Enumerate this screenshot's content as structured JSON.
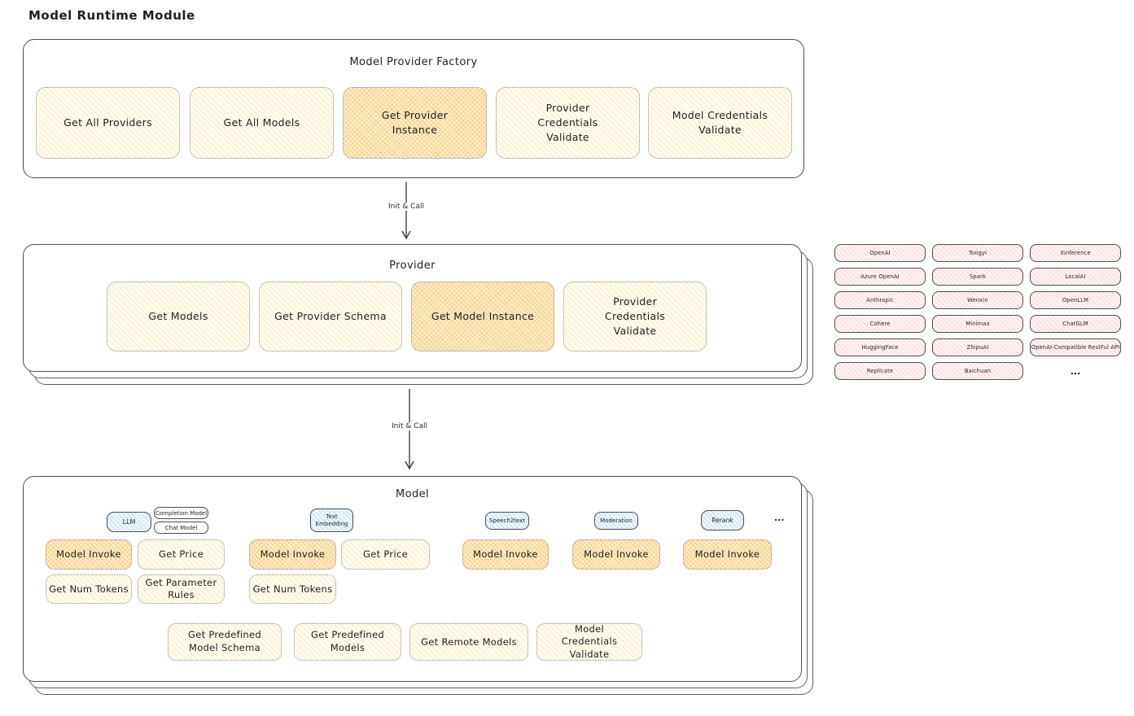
{
  "page_title": "Model Runtime Module",
  "colors": {
    "light_yellow_fill": "#fdf3d8",
    "highlight_orange_fill": "#f8c978",
    "blue_chip_fill": "#d8ecfa",
    "pink_provider_fill": "#fbe0e0",
    "stroke": "#3d4045"
  },
  "arrows": {
    "factory_to_provider": "Init & Call",
    "provider_to_model": "Init & Call"
  },
  "factory": {
    "title": "Model Provider Factory",
    "buttons": [
      {
        "label": "Get All Providers",
        "highlighted": false
      },
      {
        "label": "Get All Models",
        "highlighted": false
      },
      {
        "label": "Get Provider Instance",
        "highlighted": true
      },
      {
        "label": "Provider Credentials Validate",
        "highlighted": false
      },
      {
        "label": "Model Credentials Validate",
        "highlighted": false
      }
    ]
  },
  "provider": {
    "title": "Provider",
    "buttons": [
      {
        "label": "Get Models",
        "highlighted": false
      },
      {
        "label": "Get Provider Schema",
        "highlighted": false
      },
      {
        "label": "Get Model Instance",
        "highlighted": true
      },
      {
        "label": "Provider Credentials Validate",
        "highlighted": false
      }
    ]
  },
  "provider_list": {
    "items": [
      "OpenAI",
      "Tongyi",
      "Xinference",
      "Azure OpenAI",
      "Spark",
      "LocalAI",
      "Anthropic",
      "Wenxin",
      "OpenLLM",
      "Cohere",
      "Minimax",
      "ChatGLM",
      "HuggingFace",
      "ZhipuAI",
      "OpenAI-Compatible RestFul API",
      "Replicate",
      "Baichuan"
    ],
    "more": "..."
  },
  "model": {
    "title": "Model",
    "types": [
      {
        "label": "LLM"
      },
      {
        "label": "Completion Model"
      },
      {
        "label": "Chat Model"
      },
      {
        "label": "Text Embedding"
      },
      {
        "label": "Speech2text"
      },
      {
        "label": "Moderation"
      },
      {
        "label": "Rerank"
      }
    ],
    "more": "...",
    "actions": {
      "model_invoke": "Model Invoke",
      "get_price": "Get Price",
      "get_num_tokens": "Get Num Tokens",
      "get_parameter_rules": "Get Parameter Rules",
      "get_predefined_model_schema": "Get Predefined Model Schema",
      "get_predefined_models": "Get Predefined Models",
      "get_remote_models": "Get Remote Models",
      "model_credentials_validate": "Model Credentials Validate"
    }
  }
}
